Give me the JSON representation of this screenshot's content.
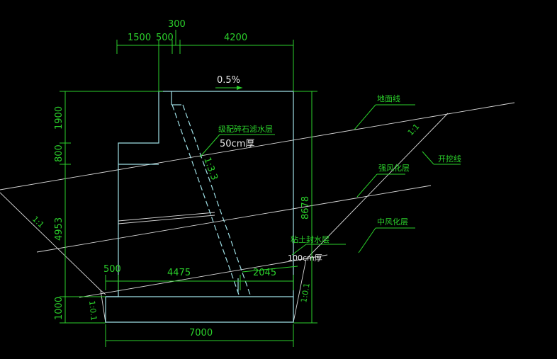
{
  "dimensions": {
    "top_300": "300",
    "top_1500": "1500",
    "top_500": "500",
    "top_4200": "4200",
    "left_1900": "1900",
    "left_800": "800",
    "left_4953": "4953",
    "left_1000": "1000",
    "right_8678": "8678",
    "base_500": "500",
    "base_4475": "4475",
    "base_2045": "2045",
    "bottom_7000": "7000"
  },
  "labels": {
    "slope_percent": "0.5%",
    "gravel_layer": "级配碎石滤水层",
    "gravel_thickness": "50cm厚",
    "batter_1_3_3": "1:3.3",
    "ground_line": "地面线",
    "excavation_line": "开挖线",
    "strong_weathering": "强风化层",
    "medium_weathering": "中风化层",
    "clay_seal": "粘土封水层",
    "clay_thickness": "100cm厚",
    "slope_1_1_left": "1:1",
    "slope_1_1_right": "1:1",
    "slope_1_0_1_left": "1:0.1",
    "slope_1_0_1_right": "1:0.1"
  }
}
